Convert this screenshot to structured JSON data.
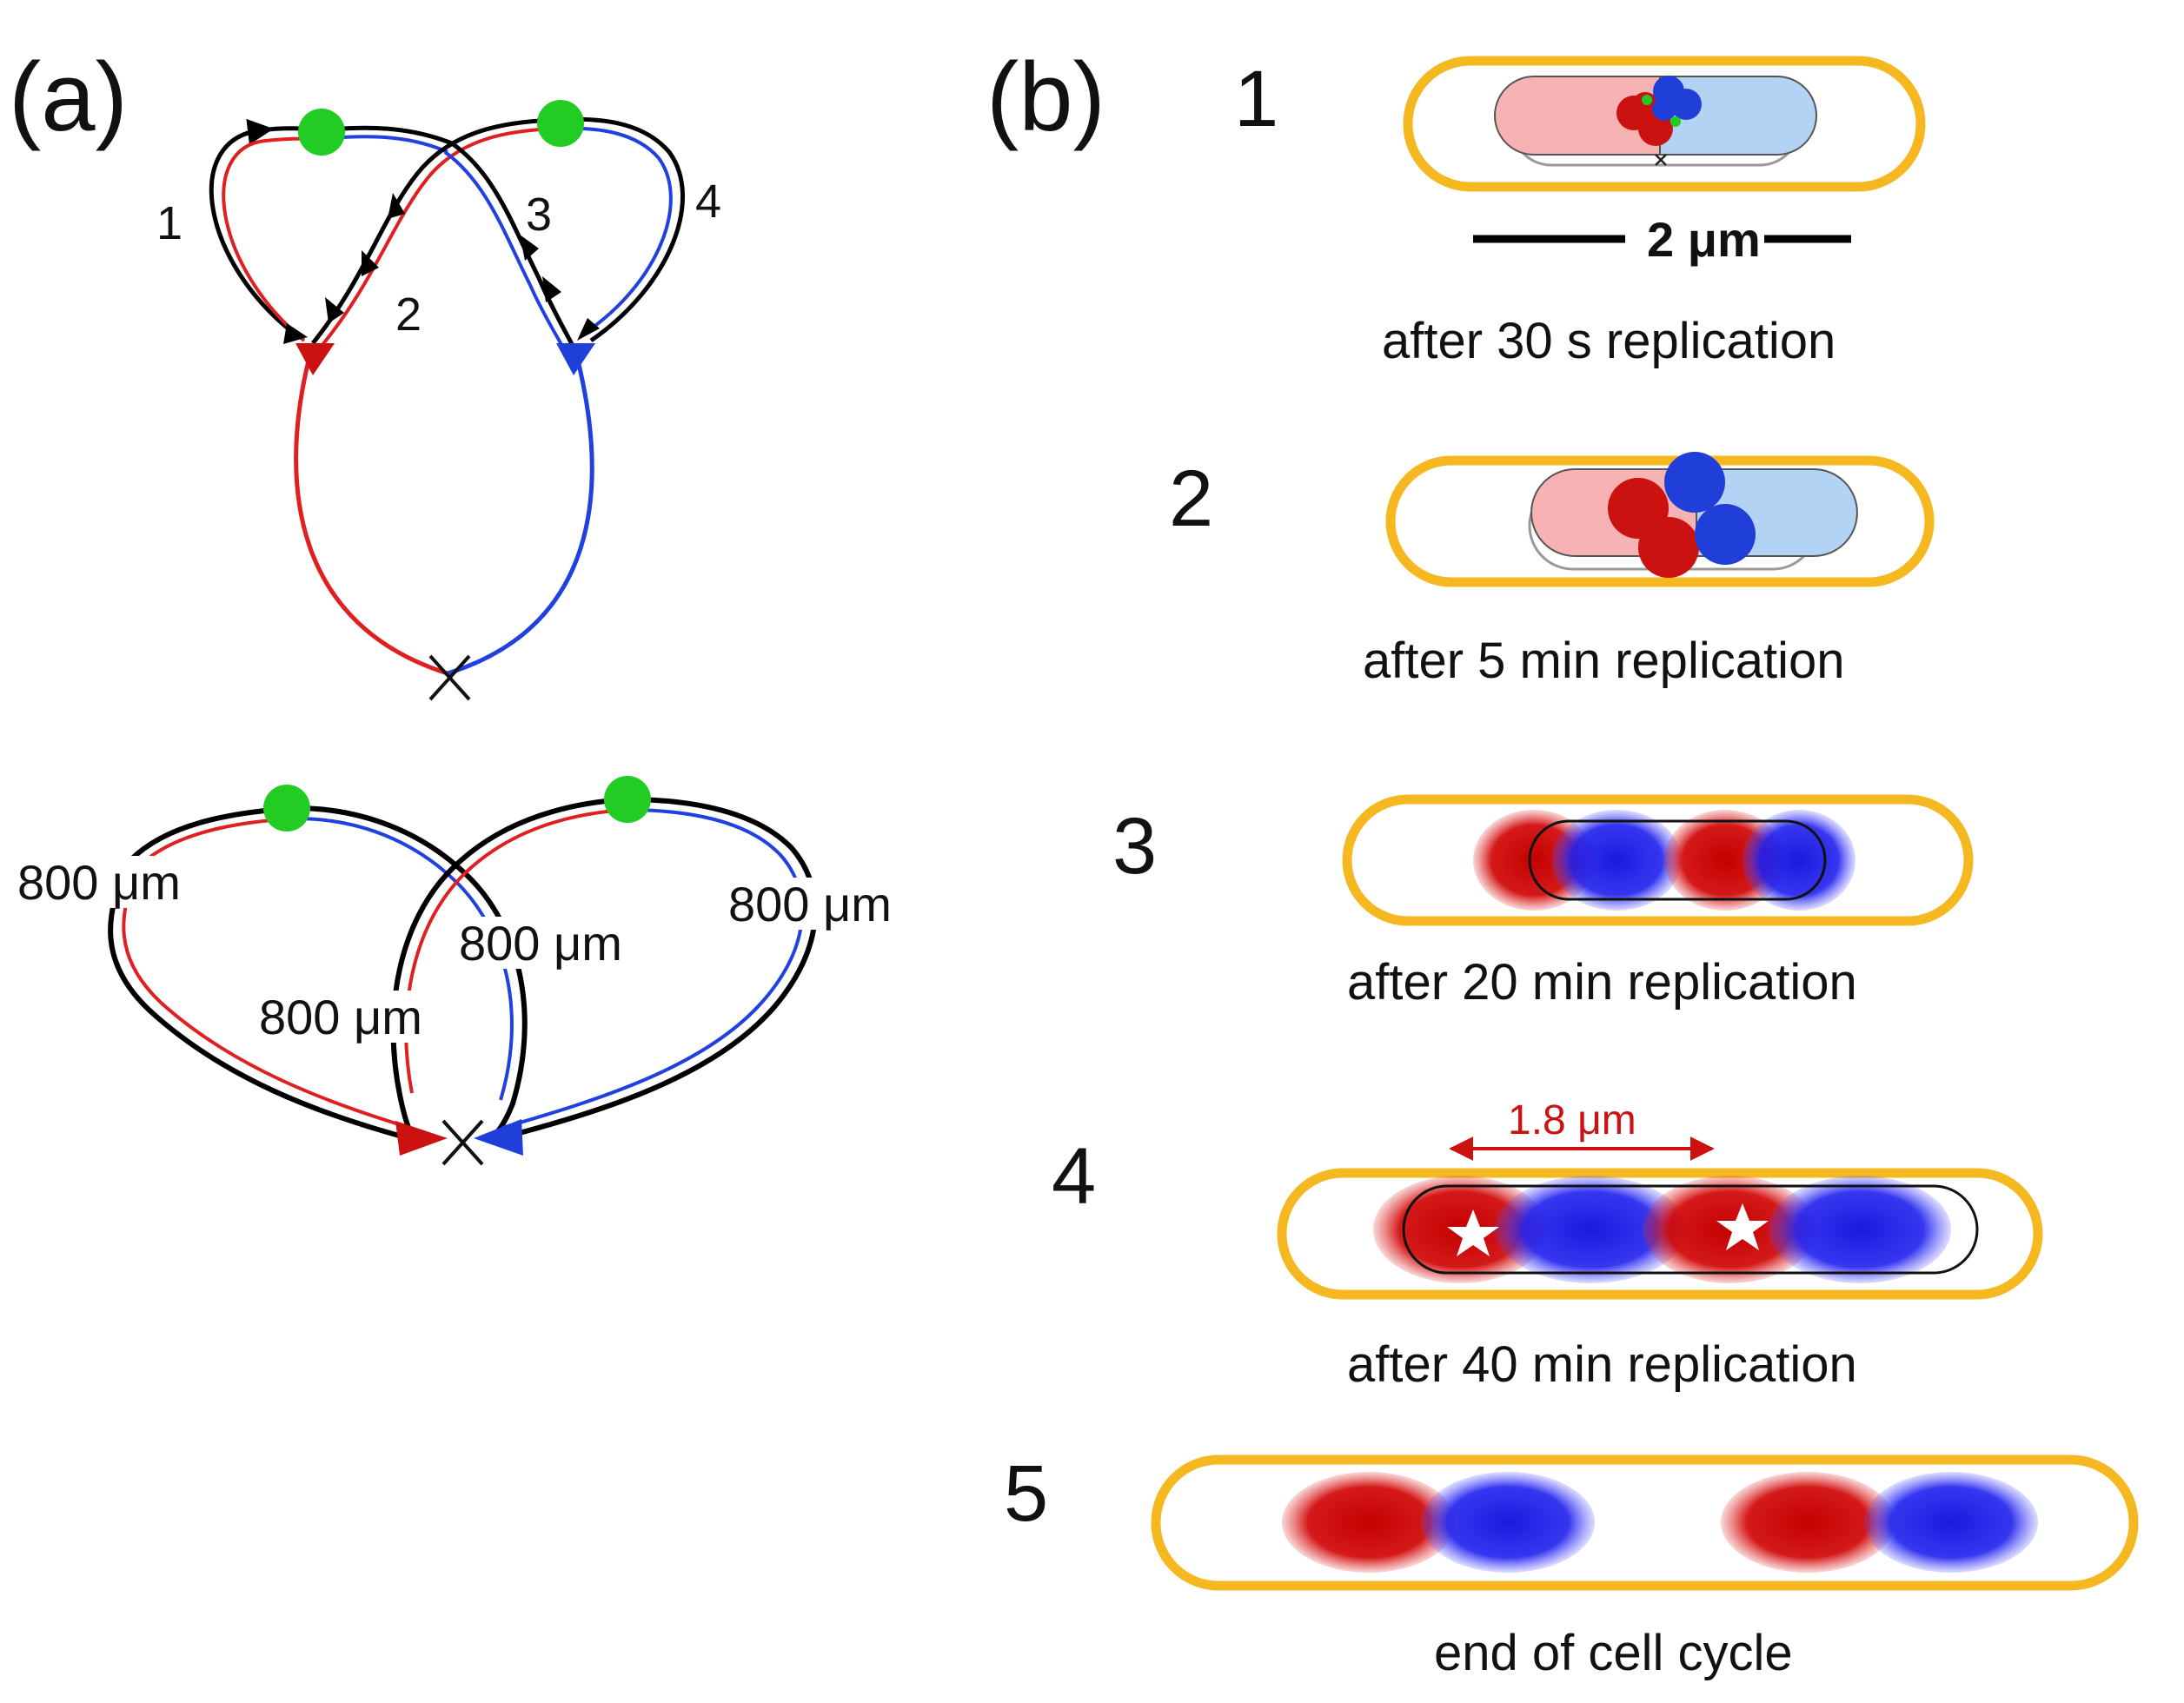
{
  "panel_a": {
    "label": "(a)",
    "top_loop_numbers": [
      "1",
      "2",
      "3",
      "4"
    ],
    "bottom_distances": [
      "800 μm",
      "800 μm",
      "800 μm",
      "800 μm"
    ]
  },
  "panel_b": {
    "label": "(b)",
    "scale_bar": "2 μm",
    "stages": [
      {
        "number": "1",
        "caption": "after 30 s replication"
      },
      {
        "number": "2",
        "caption": "after 5 min replication"
      },
      {
        "number": "3",
        "caption": "after 20 min replication"
      },
      {
        "number": "4",
        "caption": "after 40 min replication"
      },
      {
        "number": "5",
        "caption": "end of cell cycle"
      }
    ],
    "spacing_label": "1.8 μm"
  },
  "colors": {
    "red": "#d81f1f",
    "blue": "#1f3fd8",
    "green": "#22cc22",
    "cell_outline": "#f5b820",
    "light_red": "#f7b3b3",
    "light_blue": "#b3d3f5"
  }
}
